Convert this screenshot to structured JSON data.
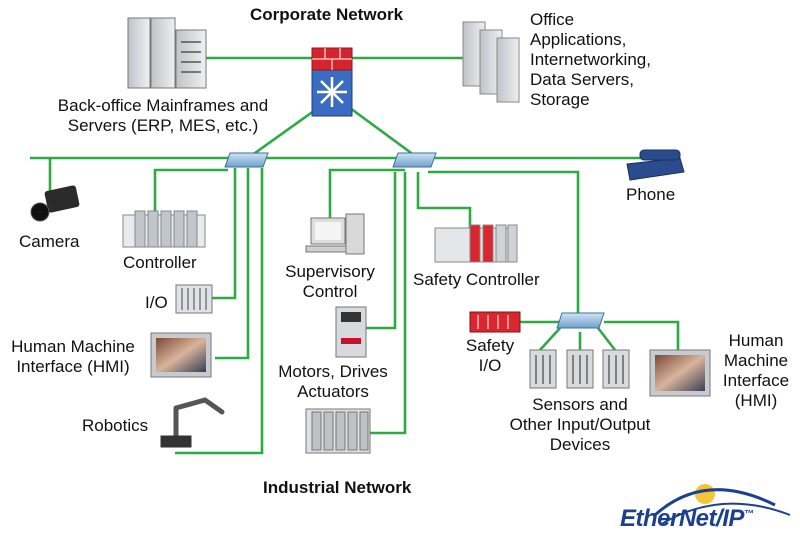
{
  "titles": {
    "corporate": "Corporate Network",
    "industrial": "Industrial Network"
  },
  "labels": {
    "backoffice": "Back-office Mainframes and\nServers (ERP, MES, etc.)",
    "office": "Office\nApplications,\nInternetworking,\nData Servers,\nStorage",
    "phone": "Phone",
    "camera": "Camera",
    "controller": "Controller",
    "io": "I/O",
    "hmi_left": "Human Machine\nInterface (HMI)",
    "robotics": "Robotics",
    "supervisory": "Supervisory\nControl",
    "motors": "Motors, Drives\nActuators",
    "safety_controller": "Safety Controller",
    "safety_io": "Safety\nI/O",
    "sensors": "Sensors and\nOther Input/Output\nDevices",
    "hmi_right": "Human\nMachine\nInterface\n(HMI)"
  },
  "brand": {
    "logo_text": "EtherNet/IP",
    "trademark": "™"
  },
  "colors": {
    "link": "#2eaa44",
    "switch": "#8bb8dd",
    "firewall": "#d4242d",
    "brand": "#1d3f8f"
  },
  "icons": [
    "server-rack-icon",
    "data-server-icon",
    "firewall-icon",
    "network-switch-icon",
    "camera-icon",
    "controller-icon",
    "io-module-icon",
    "hmi-panel-icon",
    "robot-arm-icon",
    "computer-icon",
    "drive-icon",
    "motor-drives-icon",
    "safety-controller-icon",
    "safety-io-icon",
    "sensor-module-icon",
    "phone-icon"
  ]
}
